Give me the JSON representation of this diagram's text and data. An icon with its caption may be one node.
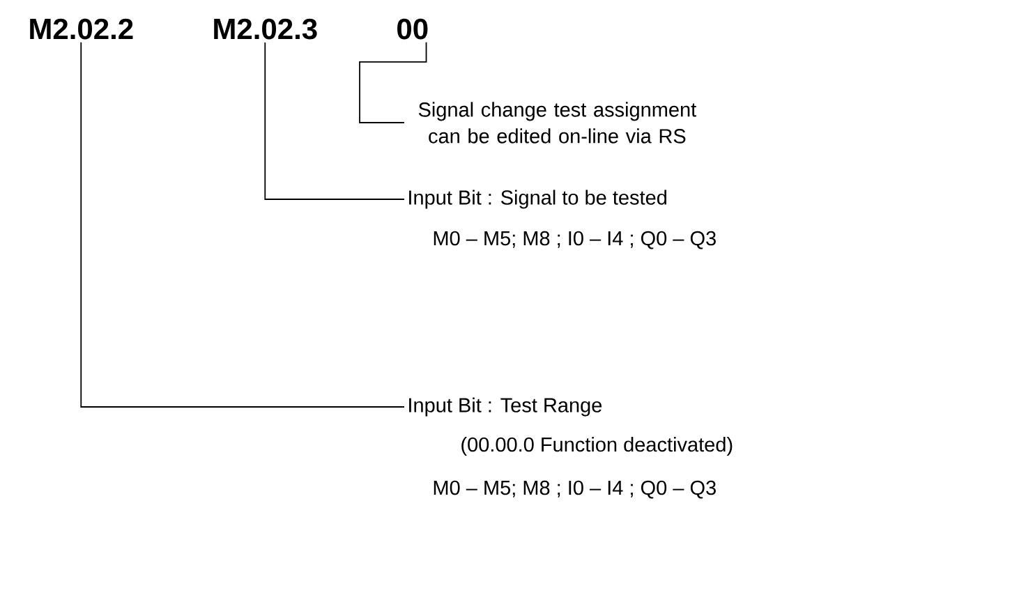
{
  "diagram": {
    "nodes": [
      {
        "text": [
          "M2.02.2"
        ]
      },
      {
        "text": [
          "M2.02.3"
        ]
      },
      {
        "text": [
          "00"
        ]
      },
      {
        "text": [
          "Signal change test assignment can be edited on-line via RS"
        ]
      },
      {
        "text": [
          "Input Bit :  Signal to be tested",
          "M0 – M5; M8 ; I0 – I4 ; Q0 – Q3"
        ]
      },
      {
        "text": [
          "Input Bit :  Test Range",
          "(00.00.0 Function deactivated)",
          "M0 – M5; M8 ; I0 – I4 ; Q0 – Q3"
        ]
      }
    ],
    "edges": [
      {
        "from": 0,
        "to": 5,
        "arrow": "none"
      },
      {
        "from": 1,
        "to": 4,
        "arrow": "none"
      },
      {
        "from": 2,
        "to": 3,
        "arrow": "none"
      }
    ]
  }
}
